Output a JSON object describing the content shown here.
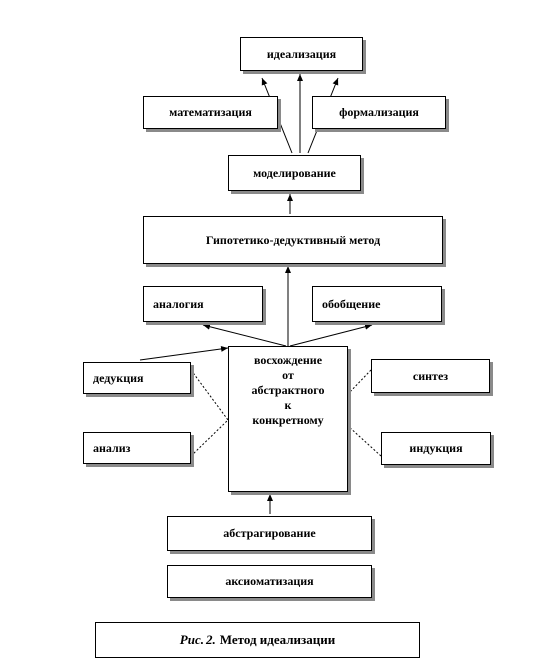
{
  "nodes": {
    "idealization": "идеализация",
    "mathematization": "математизация",
    "formalization": "формализация",
    "modeling": "моделирование",
    "hypothetico_deductive": "Гипотетико-дедуктивный метод",
    "analogy": "аналогия",
    "generalization": "обобщение",
    "deduction": "дедукция",
    "analysis": "анализ",
    "ascent": [
      "восхождение",
      "от",
      "абстрактного",
      "к",
      "конкретному"
    ],
    "synthesis": "синтез",
    "induction": "индукция",
    "abstraction": "абстрагирование",
    "axiomatization": "аксиоматизация"
  },
  "caption": {
    "prefix": "Рис.",
    "number": "2.",
    "text": "Метод идеализации"
  }
}
